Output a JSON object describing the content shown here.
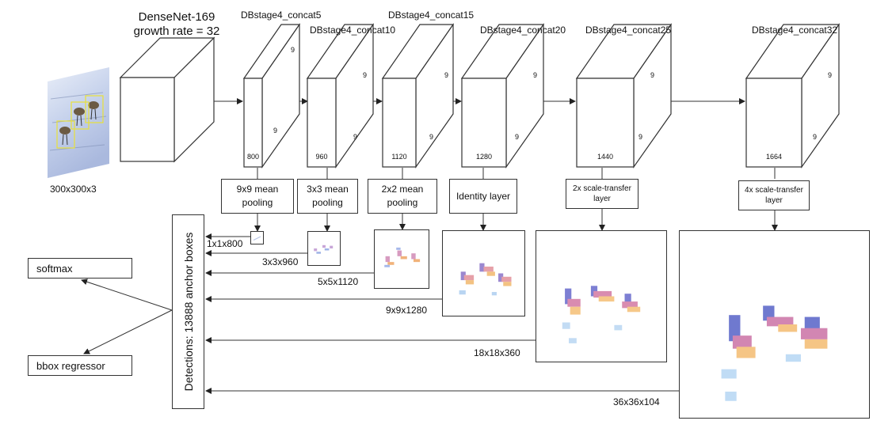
{
  "input": {
    "label": "300x300x3"
  },
  "backbone": {
    "name": "DenseNet-169",
    "growth_rate": "growth rate = 32"
  },
  "stages": [
    {
      "title": "DBstage4_concat5",
      "channels": "800",
      "w": "9",
      "h": "9"
    },
    {
      "title": "DBstage4_concat10",
      "channels": "960",
      "w": "9",
      "h": "9"
    },
    {
      "title": "DBstage4_concat15",
      "channels": "1120",
      "w": "9",
      "h": "9"
    },
    {
      "title": "DBstage4_concat20",
      "channels": "1280",
      "w": "9",
      "h": "9"
    },
    {
      "title": "DBstage4_concat25",
      "channels": "1440",
      "w": "9",
      "h": "9"
    },
    {
      "title": "DBstage4_concat32",
      "channels": "1664",
      "w": "9",
      "h": "9"
    }
  ],
  "ops": [
    "9x9 mean pooling",
    "3x3 mean pooling",
    "2x2 mean pooling",
    "Identity layer",
    "2x scale-transfer layer",
    "4x scale-transfer layer"
  ],
  "feature_maps": [
    "1x1x800",
    "3x3x960",
    "5x5x1120",
    "9x9x1280",
    "18x18x360",
    "36x36x104"
  ],
  "detections": "Detections: 13888 anchor boxes",
  "outputs": {
    "softmax": "softmax",
    "bbox": "bbox regressor"
  }
}
